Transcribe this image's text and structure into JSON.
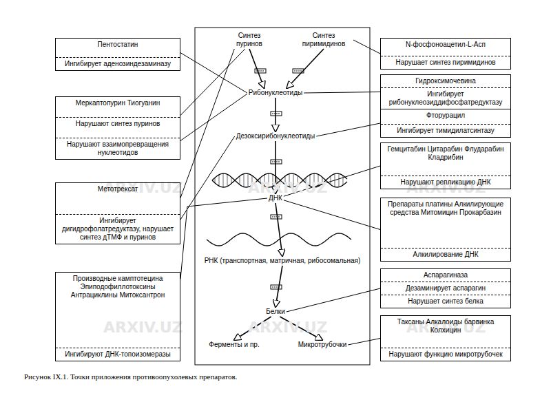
{
  "diagram": {
    "caption": "Рисунок IX.1. Точки приложения противоопухолевых препаратов.",
    "nodes": [
      {
        "text": [
          "Пентостатин",
          "Ингибирует аденозиндезаминазу"
        ]
      },
      {
        "text": [
          "Меркаптопурин Тиогуанин",
          "Нарушают синтез пуринов",
          "Нарушают взаимопревращения нуклеотидов"
        ]
      },
      {
        "text": [
          "Метотрексат",
          "Ингибирует дигидрофолатредуктазу, нарушает синтез дТМФ и пуринов"
        ]
      },
      {
        "text": [
          "Производные камптотецина Эпиподофиллотоксины Антрациклины Митоксантрон",
          "Ингибируют ДНК-топоизомеразы"
        ]
      },
      {
        "text": [
          "Синтез пуринов"
        ]
      },
      {
        "text": [
          "Синтез пиримидинов"
        ]
      },
      {
        "text": [
          "Рибонуклеотиды"
        ]
      },
      {
        "text": [
          "Дезоксирибонуклеотиды"
        ]
      },
      {
        "text": [
          "ДНК"
        ]
      },
      {
        "text": [
          "РНК (транспортная, матричная, рибосомальная)"
        ]
      },
      {
        "text": [
          "Белки"
        ]
      },
      {
        "text": [
          "Ферменты и пр."
        ]
      },
      {
        "text": [
          "Микротрубочки"
        ]
      },
      {
        "text": [
          "N-фосфоноацетил-L-Асп",
          "Нарушает синтез пиримидинов"
        ]
      },
      {
        "text": [
          "Гидроксимочевина",
          "Ингибирует рибонуклеозиддифосфатредуктазу"
        ]
      },
      {
        "text": [
          "Фторурацил",
          "Ингибирует тимидилатсинтазу"
        ]
      },
      {
        "text": [
          "Гемцитабин Цитарабин Флударабин Кладрибин",
          "Нарушают репликацию ДНК"
        ]
      },
      {
        "text": [
          "Препараты платины Алкилирующие средства Митомицин Прокарбазин",
          "Алкилирование ДНК"
        ]
      },
      {
        "text": [
          "Аспарагиназа",
          "Дезаминирует аспарагин",
          "Нарушает синтез белка"
        ]
      },
      {
        "text": [
          "Таксаны Алкалоиды барвинка Колхицин",
          "Нарушают функцию микротрубочек"
        ]
      }
    ],
    "edges": [
      {
        "from": 0,
        "to": 6,
        "arrow": "none"
      },
      {
        "from": 1,
        "to": 4,
        "arrow": "none"
      },
      {
        "from": 1,
        "to": 6,
        "arrow": "none"
      },
      {
        "from": 2,
        "to": 4,
        "arrow": "none"
      },
      {
        "from": 2,
        "to": 7,
        "arrow": "none"
      },
      {
        "from": 3,
        "to": 8,
        "arrow": "none"
      },
      {
        "from": 13,
        "to": 5,
        "arrow": "none"
      },
      {
        "from": 14,
        "to": 6,
        "arrow": "none"
      },
      {
        "from": 15,
        "to": 7,
        "arrow": "none"
      },
      {
        "from": 16,
        "to": 8,
        "arrow": "none"
      },
      {
        "from": 17,
        "to": 8,
        "arrow": "none"
      },
      {
        "from": 18,
        "to": 10,
        "arrow": "none"
      },
      {
        "from": 19,
        "to": 12,
        "arrow": "none"
      },
      {
        "from": 4,
        "to": 6,
        "arrow": "to"
      },
      {
        "from": 5,
        "to": 6,
        "arrow": "to"
      },
      {
        "from": 6,
        "to": 7,
        "arrow": "to"
      },
      {
        "from": 7,
        "to": 8,
        "arrow": "to"
      },
      {
        "from": 8,
        "to": 9,
        "arrow": "to"
      },
      {
        "from": 9,
        "to": 10,
        "arrow": "to"
      },
      {
        "from": 10,
        "to": 11,
        "arrow": "to"
      },
      {
        "from": 10,
        "to": 12,
        "arrow": "to"
      }
    ],
    "labels": [
      "ARXIV.UZ",
      "ARXIV.UZ",
      "ARXIV.UZ",
      "ARXIV.UZ",
      "ARXIV.UZ",
      "ARXIV.UZ"
    ]
  }
}
